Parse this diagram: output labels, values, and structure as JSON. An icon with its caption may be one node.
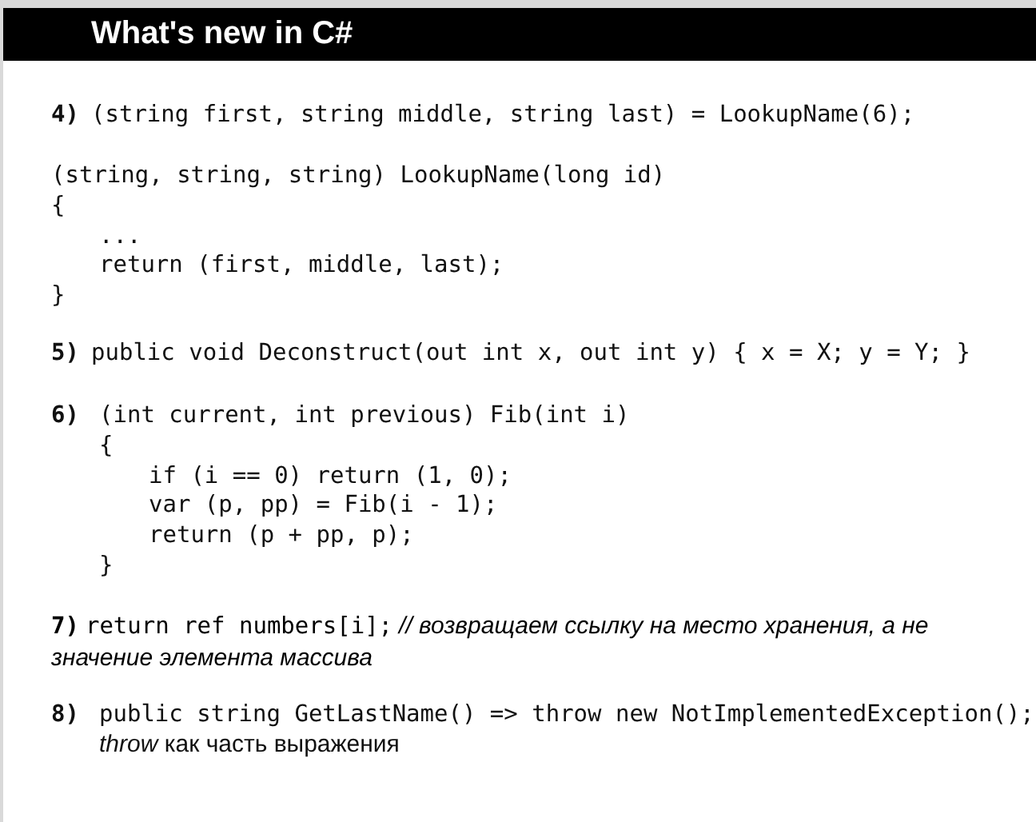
{
  "diagram": {
    "title": "What's new in C#",
    "labels": [
      "4)",
      "(string first, string middle, string last) = LookupName(6);",
      "(string, string, string) LookupName(long id)",
      "{",
      "...",
      "return (first, middle, last);",
      "}",
      "5)",
      "public void Deconstruct(out int x, out int y) { x = X; y = Y; }",
      "6)",
      "(int current, int previous) Fib(int i)",
      "{",
      "if (i == 0) return (1, 0);",
      "var (p, pp) = Fib(i - 1);",
      "return (p + pp, p);",
      "}",
      "7)",
      "return ref numbers[i];",
      "// возвращаем ссылку на место хранения, а не значение элемента массива",
      "8)",
      "public string GetLastName() => throw new NotImplementedException();",
      "*throw* как часть выражения"
    ]
  }
}
